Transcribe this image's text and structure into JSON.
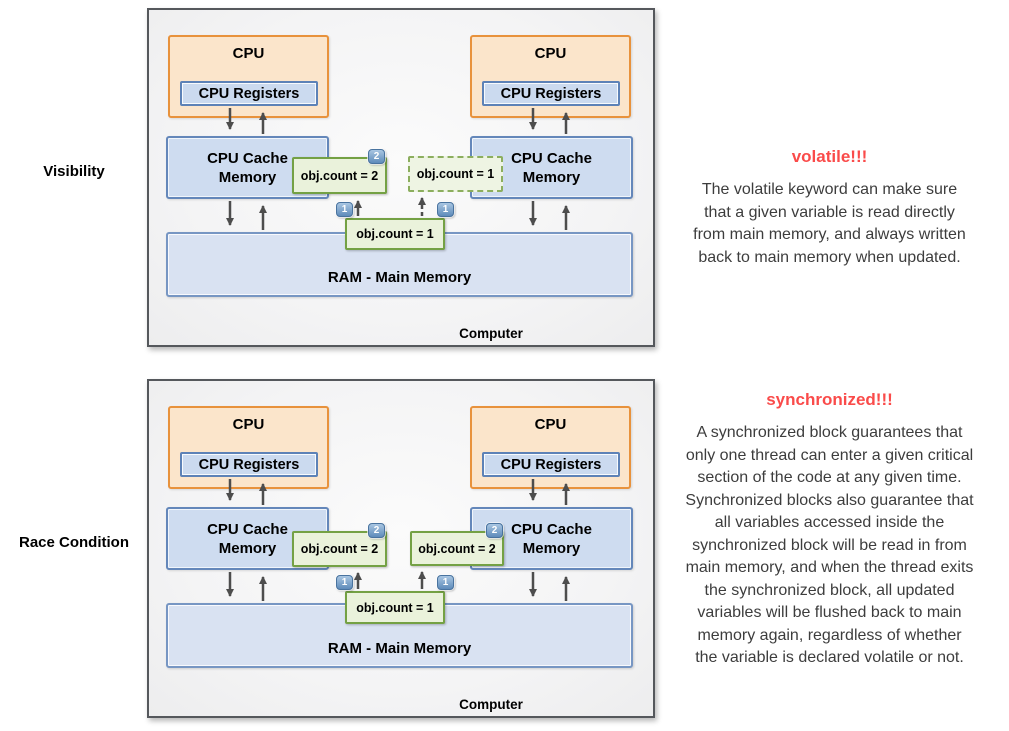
{
  "colors": {
    "note_title_red": "#fa4b4a",
    "cpu_border_orange": "#e8923c",
    "cpu_fill": "#fbe5cb",
    "blue_border": "#6487ba",
    "blue_fill": "#cedcf0",
    "ram_fill": "#d9e2f2",
    "green_border": "#74a144",
    "green_fill": "#eaf2db",
    "badge_blue": "#5f8cba",
    "arrow_gray": "#4d4d4d",
    "panel_border": "#55585c"
  },
  "rows": [
    {
      "label": "Visibility",
      "diagram": {
        "cpu_left_title": "CPU",
        "cpu_right_title": "CPU",
        "registers_left": "CPU Registers",
        "registers_right": "CPU Registers",
        "cache_left_line1": "CPU Cache",
        "cache_left_line2": "Memory",
        "cache_right_line1": "CPU Cache",
        "cache_right_line2": "Memory",
        "ram_label": "RAM - Main Memory",
        "computer_label": "Computer",
        "green_left_text": "obj.count = 2",
        "green_left_badge": "2",
        "green_right_text": "obj.count = 1",
        "green_bottom_text": "obj.count = 1",
        "step_badge_left": "1",
        "step_badge_right": "1"
      },
      "note_title": "volatile!!!",
      "note_body": "The volatile keyword can make sure\nthat a given variable is read directly\nfrom main memory, and always written\nback to main memory when updated."
    },
    {
      "label": "Race Condition",
      "diagram": {
        "cpu_left_title": "CPU",
        "cpu_right_title": "CPU",
        "registers_left": "CPU Registers",
        "registers_right": "CPU Registers",
        "cache_left_line1": "CPU Cache",
        "cache_left_line2": "Memory",
        "cache_right_line1": "CPU Cache",
        "cache_right_line2": "Memory",
        "ram_label": "RAM - Main Memory",
        "computer_label": "Computer",
        "green_left_text": "obj.count = 2",
        "green_left_badge": "2",
        "green_right_text": "obj.count = 2",
        "green_right_badge": "2",
        "green_bottom_text": "obj.count = 1",
        "step_badge_left": "1",
        "step_badge_right": "1"
      },
      "note_title": "synchronized!!!",
      "note_body": "A synchronized block guarantees that\nonly one thread can enter a given critical\nsection of the code at any given time.\nSynchronized blocks also guarantee that\nall variables accessed inside the\nsynchronized block will be read in from\nmain memory, and when the thread exits\nthe synchronized block, all updated\nvariables will be flushed back to main\nmemory again, regardless of whether\nthe variable is declared volatile or not."
    }
  ]
}
